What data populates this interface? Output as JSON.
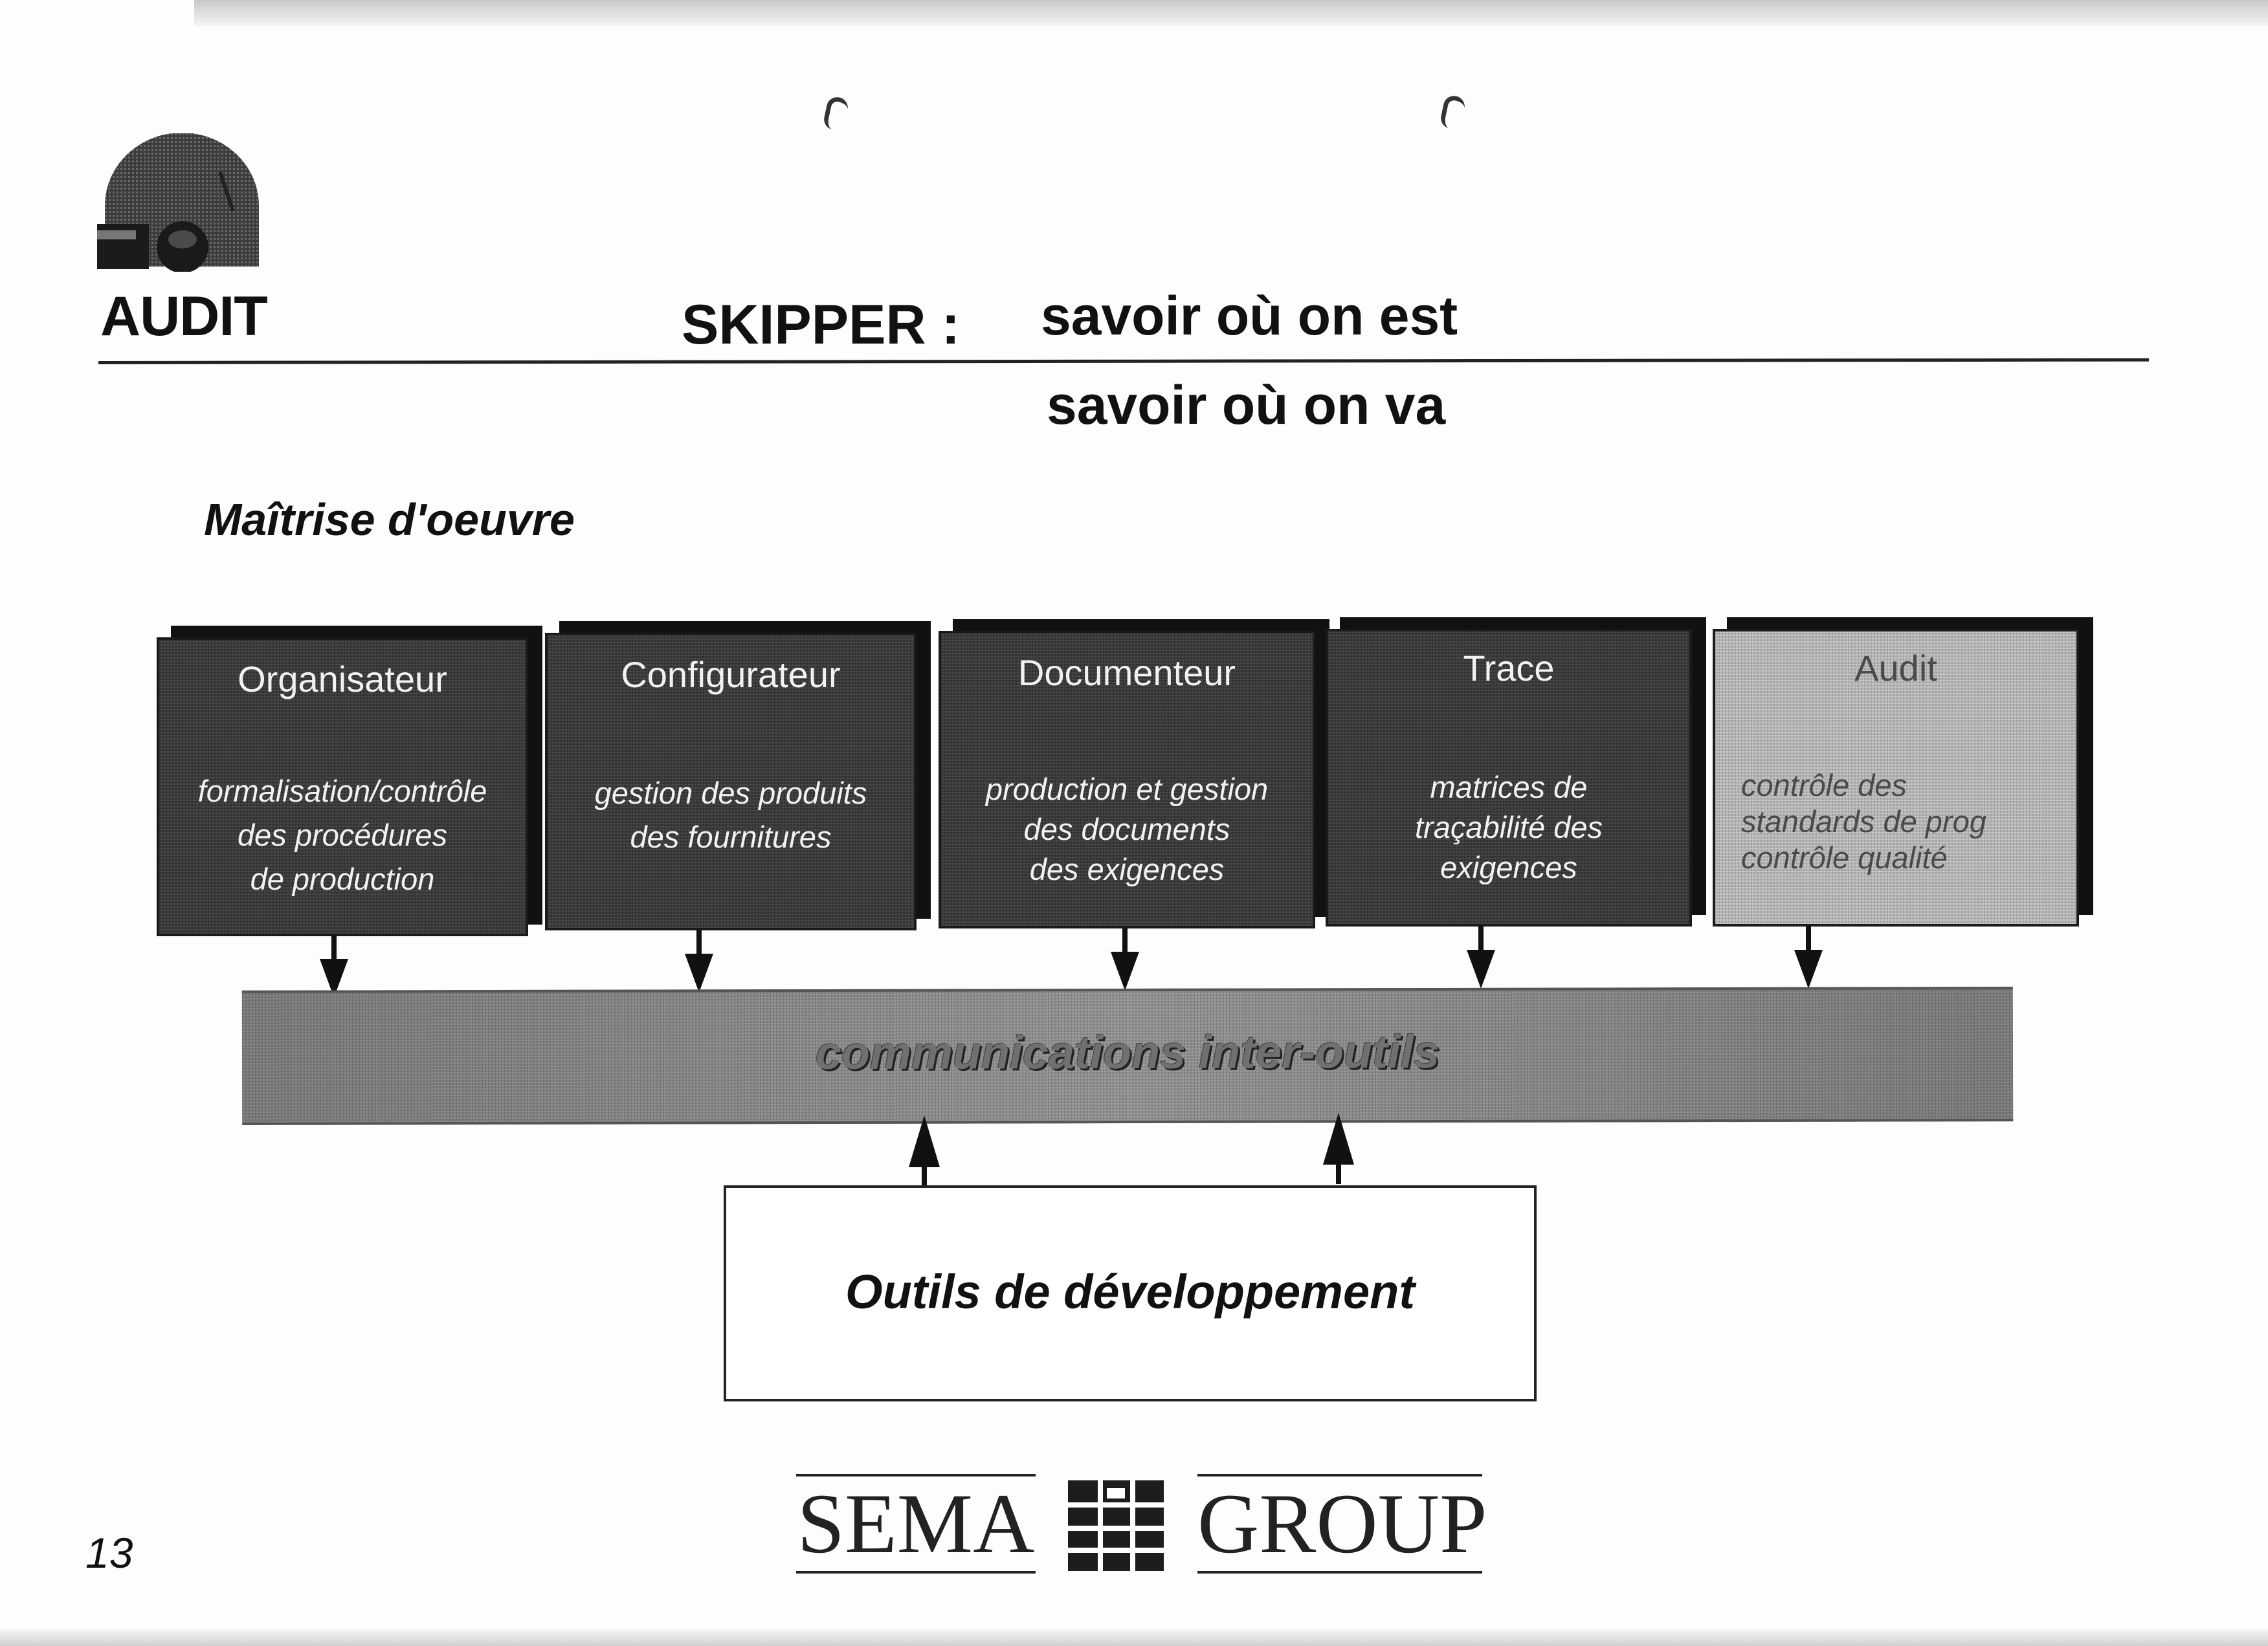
{
  "header": {
    "section_label": "AUDIT",
    "product_label": "SKIPPER :",
    "tagline_1": "savoir où on est",
    "tagline_2": "savoir où on va"
  },
  "section_title": "Maîtrise d'oeuvre",
  "tools": [
    {
      "title": "Organisateur",
      "description": "formalisation/contrôle\ndes procédures\nde production"
    },
    {
      "title": "Configurateur",
      "description": "gestion des produits\ndes fournitures"
    },
    {
      "title": "Documenteur",
      "description": "production et gestion\ndes documents\ndes exigences"
    },
    {
      "title": "Trace",
      "description": "matrices de\ntraçabilité des\nexigences"
    },
    {
      "title": "Audit",
      "description": "contrôle des\n   standards de prog\ncontrôle qualité"
    }
  ],
  "bus": {
    "label": "communications inter-outils"
  },
  "dev_tools": {
    "label": "Outils de développement"
  },
  "footer": {
    "page_number": "13",
    "company_left": "SEMA",
    "company_right": "GROUP"
  },
  "colors": {
    "dark_box": "#3a3a3a",
    "light_box": "#b3b3b3",
    "bus": "#8a8a8a",
    "text": "#111111"
  }
}
